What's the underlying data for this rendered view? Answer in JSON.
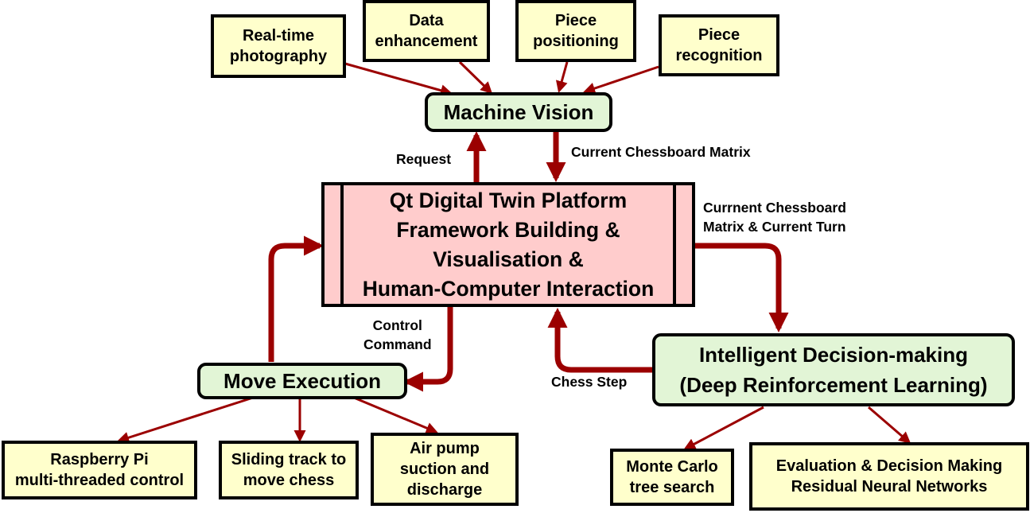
{
  "diagram": {
    "inputs": {
      "realtime": "Real-time\nphotography",
      "data_enhancement": "Data\nenhancement",
      "piece_positioning": "Piece\npositioning",
      "piece_recognition": "Piece\nrecognition"
    },
    "machine_vision": "Machine Vision",
    "center": "Qt Digital Twin Platform\nFramework Building &\nVisualisation &\nHuman-Computer Interaction",
    "move_execution": "Move Execution",
    "decision": "Intelligent Decision-making\n(Deep Reinforcement Learning)",
    "outputs": {
      "raspberry": "Raspberry Pi\nmulti-threaded control",
      "sliding": "Sliding track to\nmove chess",
      "air_pump": "Air pump\nsuction and\ndischarge",
      "monte_carlo": "Monte Carlo\ntree search",
      "evaluation": "Evaluation & Decision Making\nResidual Neural Networks"
    },
    "edge_labels": {
      "request": "Request",
      "current_matrix": "Current Chessboard Matrix",
      "matrix_turn": "Currnent Chessboard\nMatrix & Current Turn",
      "control_command": "Control\nCommand",
      "chess_step": "Chess Step"
    },
    "colors": {
      "arrow": "#9b0000",
      "yellow_box": "#ffffcc",
      "green_box": "#e2f5d6",
      "pink_box": "#ffcccc"
    }
  }
}
